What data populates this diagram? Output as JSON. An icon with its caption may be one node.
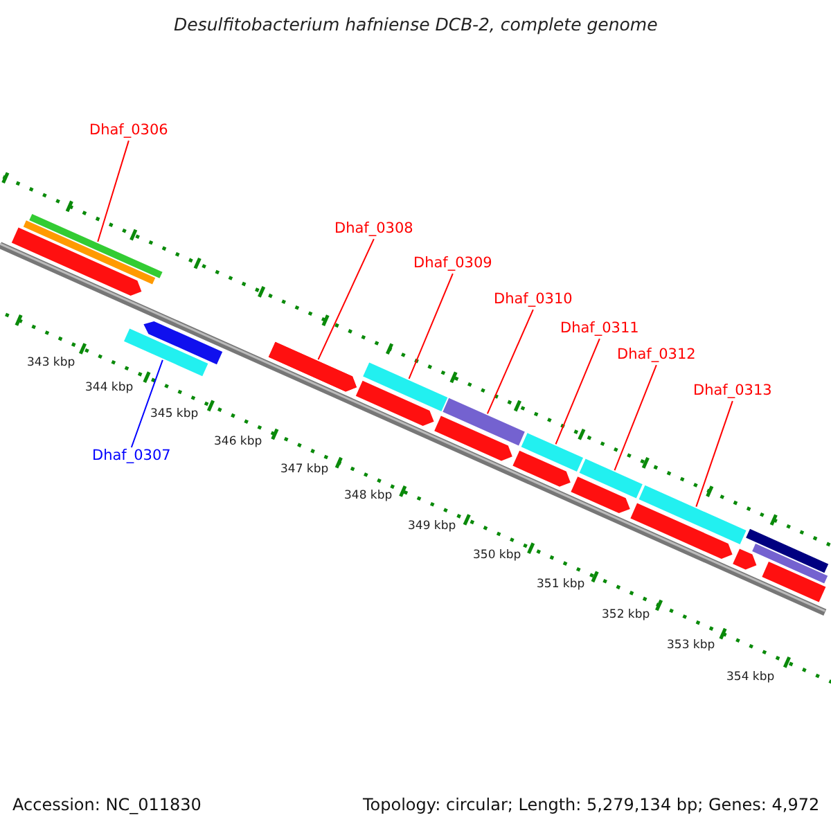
{
  "diagram": {
    "title": "Desulfitobacterium hafniense DCB-2, complete genome",
    "nodes": [
      {
        "text": [
          "Dhaf_0306"
        ]
      },
      {
        "text": [
          "Dhaf_0307"
        ]
      },
      {
        "text": [
          "Dhaf_0308"
        ]
      },
      {
        "text": [
          "Dhaf_0309"
        ]
      },
      {
        "text": [
          "Dhaf_0310"
        ]
      },
      {
        "text": [
          "Dhaf_0311"
        ]
      },
      {
        "text": [
          "Dhaf_0312"
        ]
      },
      {
        "text": [
          "Dhaf_0313"
        ]
      },
      {
        "text": [],
        "shape": "bar"
      },
      {
        "text": [],
        "shape": "bar"
      },
      {
        "text": [],
        "shape": "bar"
      },
      {
        "text": [],
        "shape": "bar"
      },
      {
        "text": [],
        "shape": "bar"
      },
      {
        "text": [],
        "shape": "bar"
      },
      {
        "text": [],
        "shape": "bar"
      },
      {
        "text": [],
        "shape": "bar"
      }
    ],
    "edges": [
      {
        "from": 0,
        "to": 8,
        "arrow": "none"
      },
      {
        "from": 1,
        "to": 9,
        "arrow": "none",
        "color": "#0000ff"
      },
      {
        "from": 2,
        "to": 10,
        "arrow": "none"
      },
      {
        "from": 3,
        "to": 11,
        "arrow": "none"
      },
      {
        "from": 4,
        "to": 12,
        "arrow": "none"
      },
      {
        "from": 5,
        "to": 13,
        "arrow": "none"
      },
      {
        "from": 6,
        "to": 14,
        "arrow": "none"
      },
      {
        "from": 7,
        "to": 15,
        "arrow": "none"
      }
    ],
    "labels": [
      "343 kbp",
      "344 kbp",
      "345 kbp",
      "346 kbp",
      "347 kbp",
      "348 kbp",
      "349 kbp",
      "350 kbp",
      "351 kbp",
      "352 kbp",
      "353 kbp",
      "354 kbp",
      "Accession: NC_011830",
      "Topology: circular; Length: 5,279,134 bp; Genes: 4,972"
    ]
  }
}
